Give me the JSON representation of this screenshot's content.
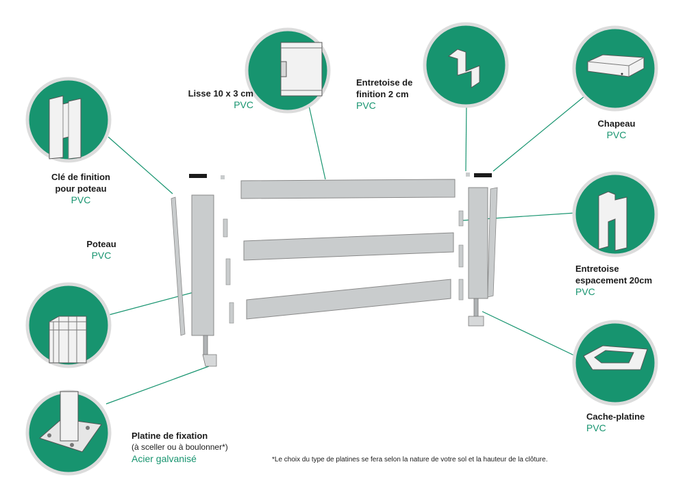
{
  "colors": {
    "teal": "#17946f",
    "circle_border": "#dcdcdc",
    "wood": "#c9cccd",
    "metal": "#d6d8d9"
  },
  "components": {
    "cle": {
      "title": "Clé de finition\npour poteau",
      "material": "PVC",
      "icon": "finish-key-icon"
    },
    "poteau": {
      "title": "Poteau",
      "material": "PVC",
      "icon": "post-profile-icon"
    },
    "lisse": {
      "title": "Lisse 10 x 3 cm",
      "material": "PVC",
      "icon": "rail-end-icon"
    },
    "entretoise_finition": {
      "title": "Entretoise de\nfinition 2 cm",
      "material": "PVC",
      "icon": "finish-spacer-icon"
    },
    "chapeau": {
      "title": "Chapeau",
      "material": "PVC",
      "icon": "cap-icon"
    },
    "entretoise_espacement": {
      "title": "Entretoise\nespacement 20cm",
      "material": "PVC",
      "icon": "spacing-spacer-icon"
    },
    "cache_platine": {
      "title": "Cache-platine",
      "material": "PVC",
      "icon": "base-cover-icon"
    },
    "platine": {
      "title": "Platine de fixation",
      "subtitle": "(à sceller ou à boulonner*)",
      "material": "Acier galvanisé",
      "icon": "base-plate-icon"
    }
  },
  "footnote": "*Le choix du type de platines se fera selon la nature de votre sol et la hauteur de la clôture."
}
